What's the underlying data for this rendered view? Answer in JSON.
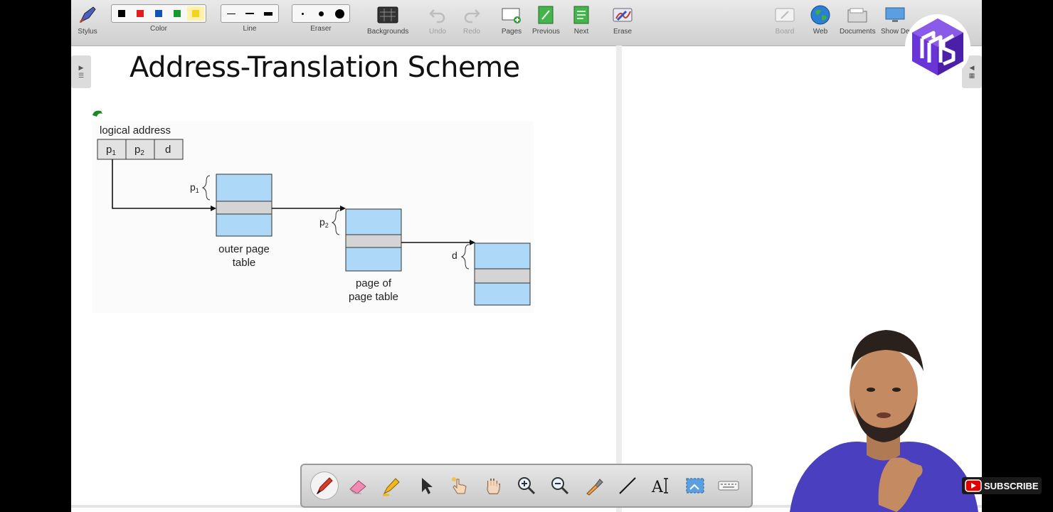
{
  "toolbar": {
    "stylus_label": "Stylus",
    "color_label": "Color",
    "colors": [
      "#000000",
      "#e21b1b",
      "#1552b5",
      "#179a2d",
      "#f7d21c"
    ],
    "line_label": "Line",
    "eraser_label": "Eraser",
    "backgrounds_label": "Backgrounds",
    "undo_label": "Undo",
    "redo_label": "Redo",
    "pages_label": "Pages",
    "previous_label": "Previous",
    "next_label": "Next",
    "erase_label": "Erase",
    "board_label": "Board",
    "web_label": "Web",
    "documents_label": "Documents",
    "show_desktop_label": "Show De"
  },
  "slide": {
    "title": "Address-Translation Scheme",
    "diagram": {
      "logical_address_label": "logical address",
      "fields": [
        "p",
        "p",
        "d"
      ],
      "field_subscripts": [
        "1",
        "2",
        ""
      ],
      "p1_brace_label": "p",
      "p1_brace_sub": "1",
      "p2_brace_label": "p",
      "p2_brace_sub": "2",
      "d_brace_label": "d",
      "outer_table_label_line1": "outer page",
      "outer_table_label_line2": "table",
      "page_of_table_label_line1": "page of",
      "page_of_table_label_line2": "page table"
    }
  },
  "palette": {
    "tools": [
      "pen",
      "eraser",
      "highlighter",
      "select",
      "pointer",
      "pan",
      "zoom-in",
      "zoom-out",
      "eyedropper",
      "line",
      "text",
      "screen-capture",
      "keyboard"
    ]
  },
  "overlay": {
    "subscribe_label": "SUBSCRIBE",
    "colors": {
      "logo_purple": "#6a35d6",
      "subscribe_red": "#e00000"
    }
  }
}
